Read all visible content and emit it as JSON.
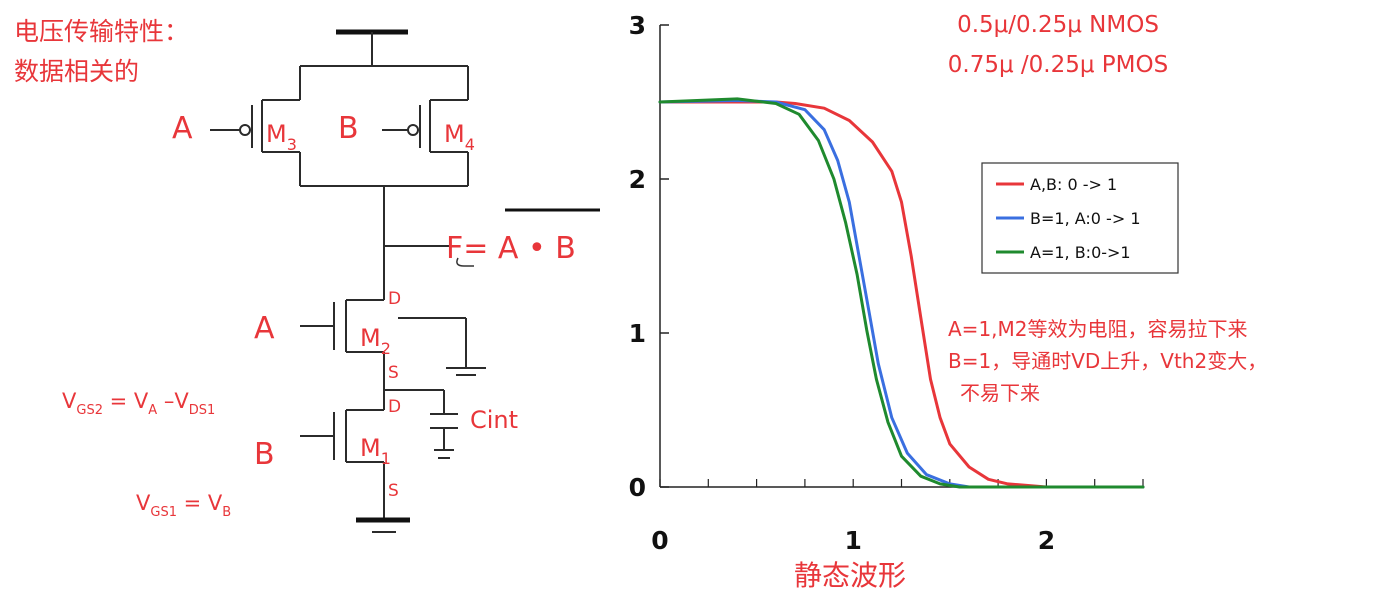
{
  "title": {
    "line1": "电压传输特性：",
    "line2": "数据相关的"
  },
  "circuit": {
    "pmos_a_input": "A",
    "pmos_b_input": "B",
    "m3": {
      "base": "M",
      "sub": "3"
    },
    "m4": {
      "base": "M",
      "sub": "4"
    },
    "output_label": "F= A • B",
    "nmos_m2": {
      "input": "A",
      "base": "M",
      "sub": "2",
      "drain": "D",
      "source": "S"
    },
    "nmos_m1": {
      "input": "B",
      "base": "M",
      "sub": "1",
      "drain": "D",
      "source": "S"
    },
    "cap_label": "Cint",
    "eq_vgs2": {
      "v": "V",
      "gs2": "GS2",
      "eq": " = V",
      "a": "A",
      "dash": " –V",
      "ds1": "DS1"
    },
    "eq_vgs1": {
      "v": "V",
      "gs1": "GS1",
      "eq": " = V",
      "b": "B"
    }
  },
  "device_sizes": {
    "nmos": "0.5μ/0.25μ NMOS",
    "pmos": "0.75μ /0.25μ PMOS"
  },
  "annotation": {
    "line1": "A=1,M2等效为电阻，容易拉下来",
    "line2": "B=1，导通时VD上升，Vth2变大，",
    "line3": "不易下来"
  },
  "colors": {
    "red": "#e8363a",
    "blue": "#3a6fe0",
    "green": "#1f8a2e",
    "dark": "#111111"
  },
  "chart_data": {
    "type": "line",
    "xlabel": "静态波形",
    "ylabel": "",
    "xlim": [
      0,
      2.5
    ],
    "ylim": [
      0,
      3
    ],
    "x_ticks": [
      0,
      1,
      2
    ],
    "y_ticks": [
      0,
      1,
      2,
      3
    ],
    "grid": false,
    "legend": "top-right",
    "series": [
      {
        "name": "A,B: 0 -> 1",
        "color": "#e8363a",
        "points": [
          [
            0,
            2.5
          ],
          [
            0.4,
            2.5
          ],
          [
            0.6,
            2.5
          ],
          [
            0.7,
            2.49
          ],
          [
            0.85,
            2.46
          ],
          [
            0.98,
            2.38
          ],
          [
            1.1,
            2.24
          ],
          [
            1.2,
            2.05
          ],
          [
            1.25,
            1.85
          ],
          [
            1.3,
            1.5
          ],
          [
            1.35,
            1.1
          ],
          [
            1.4,
            0.7
          ],
          [
            1.45,
            0.45
          ],
          [
            1.5,
            0.28
          ],
          [
            1.6,
            0.13
          ],
          [
            1.7,
            0.05
          ],
          [
            1.8,
            0.02
          ],
          [
            2.0,
            0.0
          ],
          [
            2.5,
            0.0
          ]
        ]
      },
      {
        "name": "B=1, A:0 -> 1",
        "color": "#3a6fe0",
        "points": [
          [
            0,
            2.5
          ],
          [
            0.4,
            2.51
          ],
          [
            0.6,
            2.5
          ],
          [
            0.75,
            2.45
          ],
          [
            0.85,
            2.32
          ],
          [
            0.92,
            2.12
          ],
          [
            0.98,
            1.85
          ],
          [
            1.03,
            1.5
          ],
          [
            1.08,
            1.15
          ],
          [
            1.13,
            0.8
          ],
          [
            1.2,
            0.45
          ],
          [
            1.28,
            0.22
          ],
          [
            1.38,
            0.08
          ],
          [
            1.5,
            0.02
          ],
          [
            1.6,
            0.0
          ],
          [
            2.5,
            0.0
          ]
        ]
      },
      {
        "name": "A=1, B:0->1",
        "color": "#1f8a2e",
        "points": [
          [
            0,
            2.5
          ],
          [
            0.4,
            2.52
          ],
          [
            0.6,
            2.49
          ],
          [
            0.72,
            2.42
          ],
          [
            0.82,
            2.25
          ],
          [
            0.9,
            2.0
          ],
          [
            0.96,
            1.72
          ],
          [
            1.02,
            1.38
          ],
          [
            1.07,
            1.02
          ],
          [
            1.12,
            0.7
          ],
          [
            1.18,
            0.42
          ],
          [
            1.25,
            0.2
          ],
          [
            1.35,
            0.07
          ],
          [
            1.45,
            0.02
          ],
          [
            1.55,
            0.0
          ],
          [
            2.5,
            0.0
          ]
        ]
      }
    ]
  }
}
